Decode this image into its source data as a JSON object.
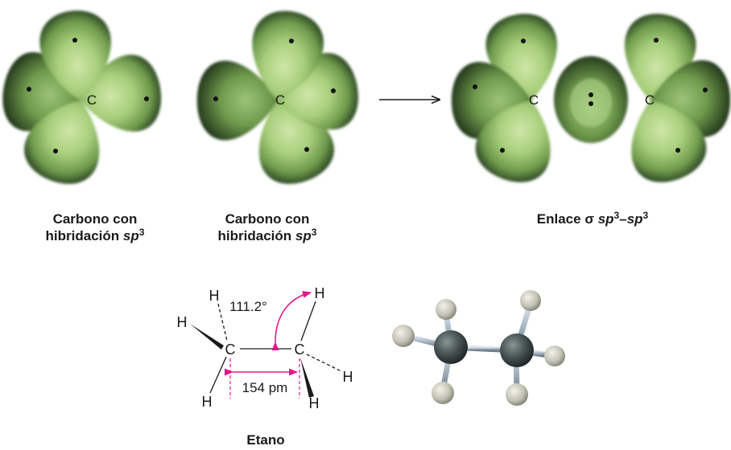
{
  "atom_symbol": "C",
  "captions": {
    "left_line1": "Carbono con",
    "left_line2": "hibridación",
    "left_sp": "sp",
    "left_exp": "3",
    "middle_line1": "Carbono con",
    "middle_line2": "hibridación",
    "middle_sp": "sp",
    "middle_exp": "3",
    "bond_prefix": "Enlace σ",
    "bond_sp1": "sp",
    "bond_exp1": "3",
    "bond_dash": "–",
    "bond_sp2": "sp",
    "bond_exp2": "3",
    "ethane": "Etano"
  },
  "ethane_structure": {
    "carbon_label": "C",
    "hydrogen_label": "H",
    "angle": "111.2°",
    "bond_length": "154 pm"
  },
  "colors": {
    "lobe_light": "#cfe6a8",
    "lobe_mid": "#93c068",
    "lobe_dark": "#2f4a26",
    "dimension_magenta": "#e0188c",
    "carbon_ball": "#3f4a4c",
    "hydrogen_ball": "#c8c8bc",
    "bond_stick": "#a9b7c4"
  }
}
